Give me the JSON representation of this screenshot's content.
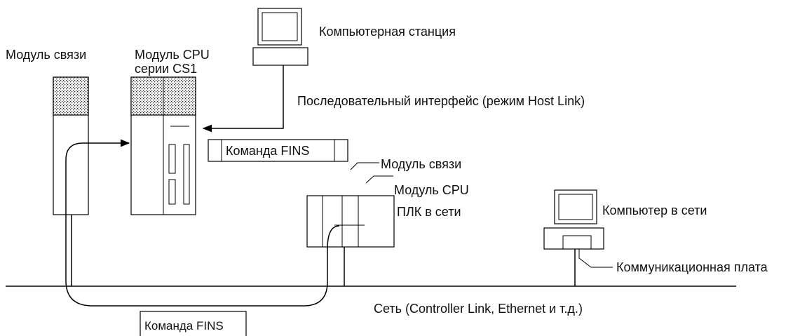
{
  "labels": {
    "comm_module_left": "Модуль связи",
    "cpu_module_title": "Модуль CPU",
    "cpu_module_series": "серии CS1",
    "computer_station": "Компьютерная станция",
    "serial_interface": "Последовательный интерфейс (режим Host Link)",
    "fins_command_top": "Команда FINS",
    "comm_module_right": "Модуль связи",
    "cpu_module_right": "Модуль CPU",
    "plc_in_network": "ПЛК в сети",
    "computer_in_network": "Компьютер в сети",
    "comm_board": "Коммуникационная плата",
    "network": "Сеть (Controller Link, Ethernet и т.д.)",
    "fins_command_bottom": "Команда FINS"
  }
}
